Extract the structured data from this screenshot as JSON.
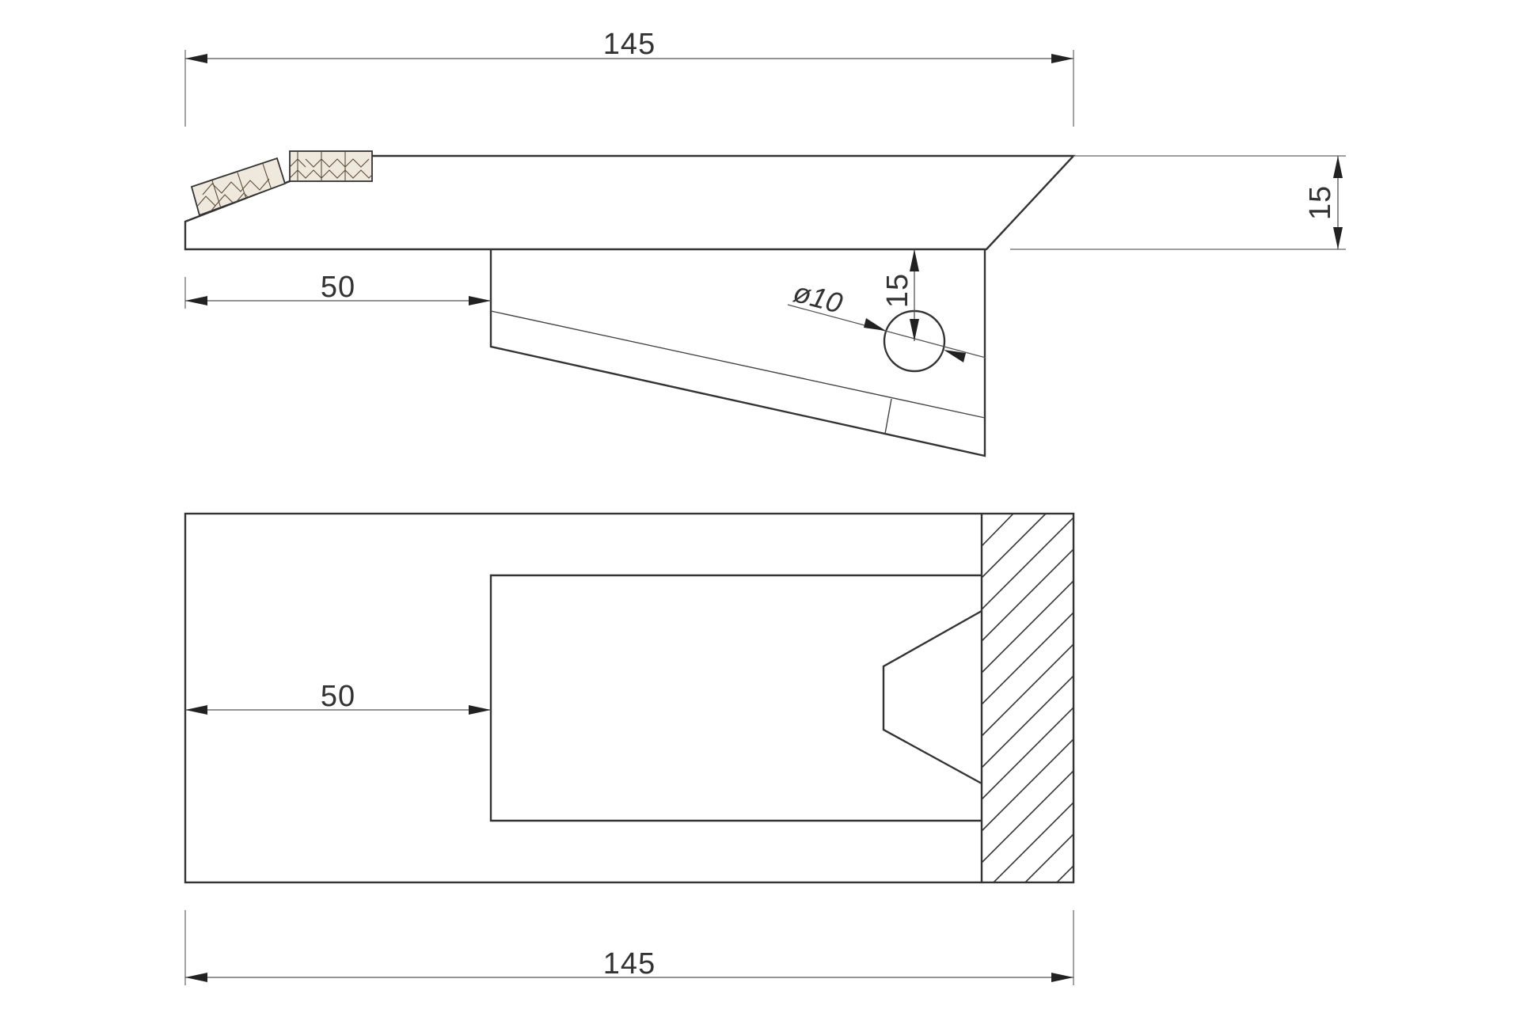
{
  "drawing": {
    "side_view": {
      "overall_length_label": "145",
      "thickness_label": "15",
      "offset_label": "50",
      "hole_diameter_label": "ø10",
      "hole_position_label": "15"
    },
    "plan_view": {
      "offset_label": "50",
      "overall_length_label": "145"
    }
  }
}
